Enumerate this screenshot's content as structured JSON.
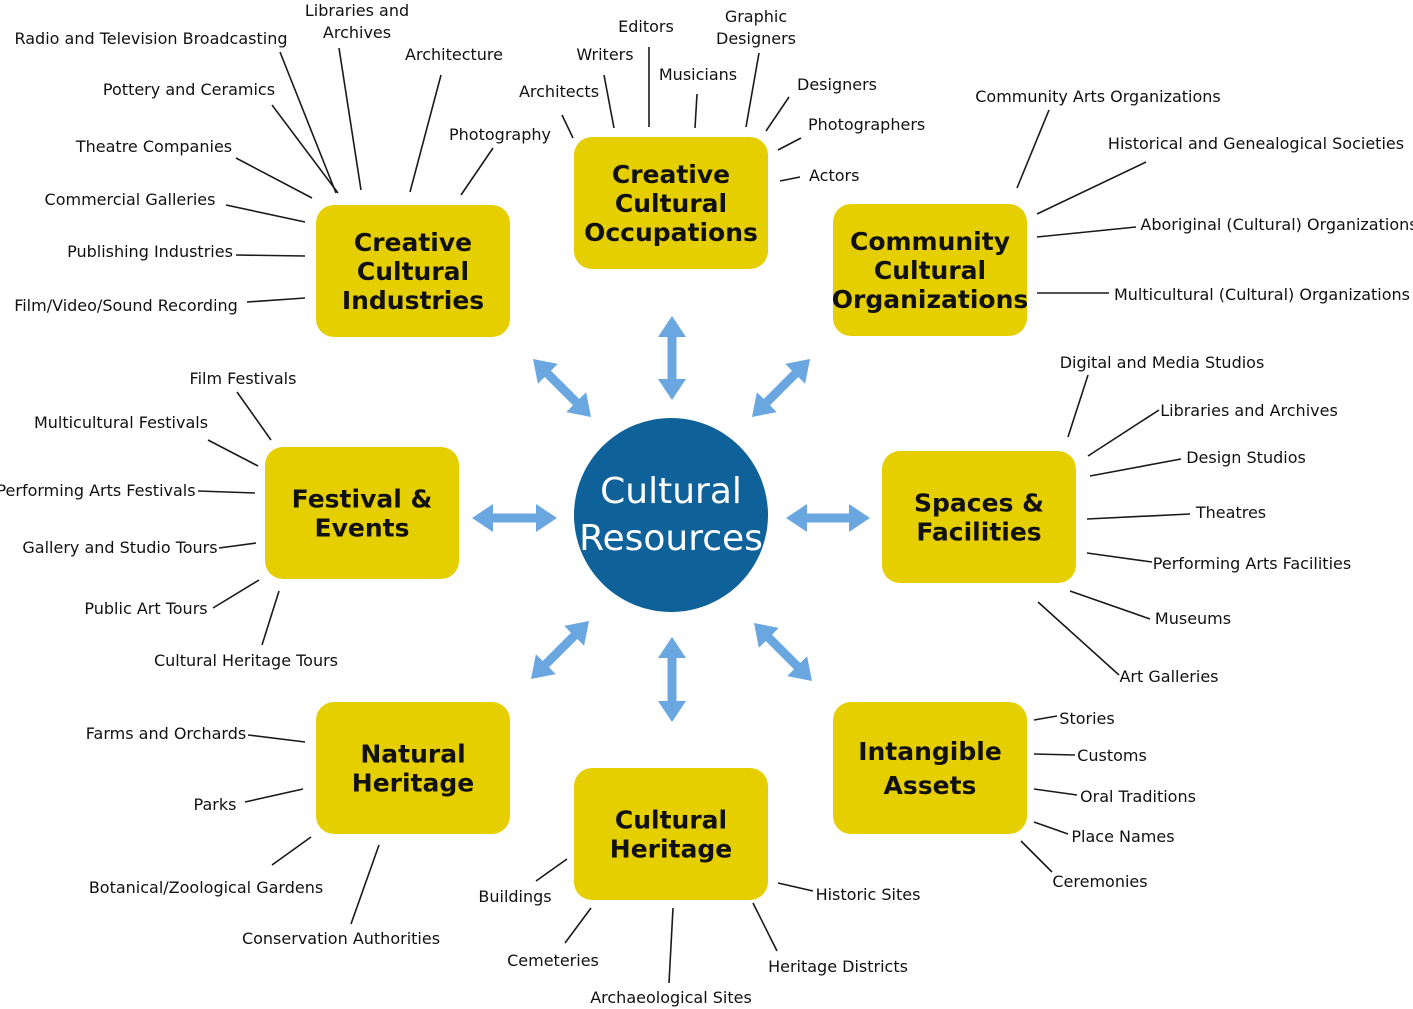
{
  "center": {
    "lines": [
      "Cultural",
      "Resources"
    ]
  },
  "colors": {
    "box": "#e6cf00",
    "center": "#0e6199",
    "arrow": "#6aa6e0",
    "line": "#1a1a1a"
  },
  "boxes": [
    {
      "lines": [
        "Creative",
        "Cultural",
        "Industries"
      ],
      "items": [
        "Radio and Television Broadcasting",
        "Libraries and Archives",
        "Architecture",
        "Pottery and Ceramics",
        "Photography",
        "Theatre Companies",
        "Commercial Galleries",
        "Publishing Industries",
        "Film/Video/Sound Recording"
      ]
    },
    {
      "lines": [
        "Creative",
        "Cultural",
        "Occupations"
      ],
      "items": [
        "Editors",
        "Graphic Designers",
        "Writers",
        "Musicians",
        "Designers",
        "Architects",
        "Photographers",
        "Actors"
      ]
    },
    {
      "lines": [
        "Community",
        "Cultural",
        "Organizations"
      ],
      "items": [
        "Community Arts Organizations",
        "Historical and Genealogical Societies",
        "Aboriginal (Cultural) Organizations",
        "Multicultural (Cultural) Organizations"
      ]
    },
    {
      "lines": [
        "Festival &",
        "Events"
      ],
      "items": [
        "Film Festivals",
        "Multicultural Festivals",
        "Performing Arts Festivals",
        "Gallery and Studio Tours",
        "Public Art Tours",
        "Cultural Heritage Tours"
      ]
    },
    {
      "lines": [
        "Spaces &",
        "Facilities"
      ],
      "items": [
        "Digital and Media Studios",
        "Libraries and Archives",
        "Design Studios",
        "Theatres",
        "Performing Arts Facilities",
        "Museums",
        "Art Galleries"
      ]
    },
    {
      "lines": [
        "Natural",
        "Heritage"
      ],
      "items": [
        "Farms and Orchards",
        "Parks",
        "Botanical/Zoological Gardens",
        "Conservation Authorities"
      ]
    },
    {
      "lines": [
        "Cultural",
        "Heritage"
      ],
      "items": [
        "Buildings",
        "Historic Sites",
        "Cemeteries",
        "Heritage Districts",
        "Archaeological Sites"
      ]
    },
    {
      "lines": [
        "Intangible",
        "Assets"
      ],
      "items": [
        "Stories",
        "Customs",
        "Oral Traditions",
        "Place Names",
        "Ceremonies"
      ]
    }
  ]
}
